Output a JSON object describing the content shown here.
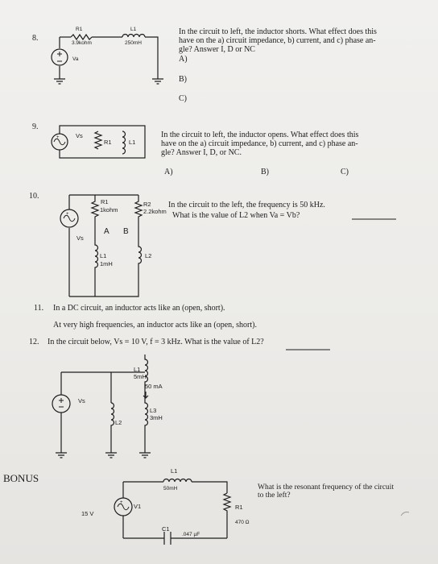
{
  "q8": {
    "number": "8.",
    "text": [
      "In the circuit to left, the inductor shorts. What effect does this",
      "have on the a) circuit impedance, b) current, and c) phase an-",
      "gle? Answer I, D or NC"
    ],
    "parts": [
      "A)",
      "B)",
      "C)"
    ],
    "r1_label": "R1",
    "r1_value": "3.9kohm",
    "l1_label": "L1",
    "l1_value": "250mH",
    "source_label": "Va"
  },
  "q9": {
    "number": "9.",
    "text": [
      "In the circuit to left, the inductor opens. What effect does this",
      "have on the a) circuit impedance, b) current, and c) phase an-",
      "gle? Answer I, D, or NC."
    ],
    "parts": [
      "A)",
      "B)",
      "C)"
    ],
    "source_label": "Vs",
    "r1_label": "R1",
    "l1_label": "L1"
  },
  "q10": {
    "number": "10.",
    "text1": "In the circuit to the left, the frequency is 50 kHz.",
    "text2": "What is the value of L2  when Va = Vb?",
    "r1_label": "R1",
    "r1_value": "1kohm",
    "r2_label": "R2",
    "r2_value": "2.2kohm",
    "node_a": "A",
    "node_b": "B",
    "l1_label": "L1",
    "l1_value": "1mH",
    "l2_label": "L2",
    "source_label": "Vs"
  },
  "q11": {
    "number": "11.",
    "line1": "In a DC circuit, an inductor acts like an (open, short).",
    "line2": "At very high frequencies, an inductor acts like an (open, short)."
  },
  "q12": {
    "number": "12.",
    "text": "In the circuit below, Vs = 10 V, f = 3 kHz. What is the value of L2?",
    "source_label": "Vs",
    "l1_label": "L1",
    "l1_value": "5mH",
    "current": "50 mA",
    "l2_label": "L2",
    "l3_label": "L3",
    "l3_value": "3mH"
  },
  "bonus": {
    "title": "BONUS",
    "question": [
      "What is the resonant frequency of the circuit",
      "to the left?"
    ],
    "l1_label": "L1",
    "l1_value": "50mH",
    "r1_label": "R1",
    "r1_value": "470 Ω",
    "c1_label": "C1",
    "c1_value": ".047 µF",
    "source_label": "V1",
    "source_value": "15 V"
  }
}
